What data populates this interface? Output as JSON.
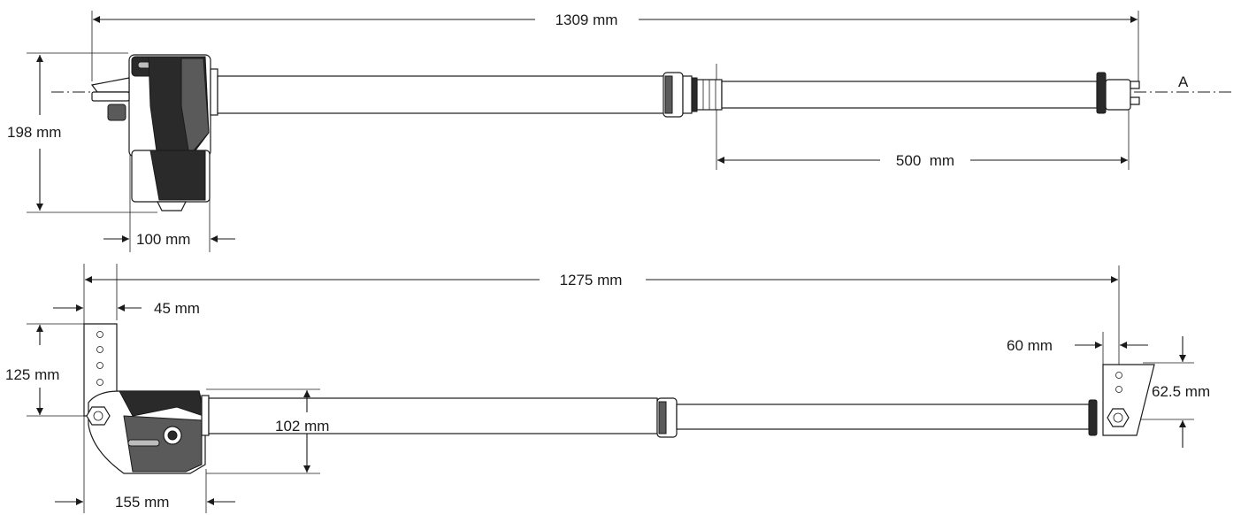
{
  "dimensions": {
    "top_overall_length": "1309 mm",
    "height": "198 mm",
    "motor_width": "100 mm",
    "stroke": "500  mm",
    "axis_label": "A",
    "bottom_overall_length": "1275 mm",
    "rear_bracket_width": "45 mm",
    "rear_bracket_height": "125 mm",
    "tube_height": "102 mm",
    "motor_length": "155 mm",
    "front_bracket_width": "60 mm",
    "front_bracket_height": "62.5 mm"
  }
}
